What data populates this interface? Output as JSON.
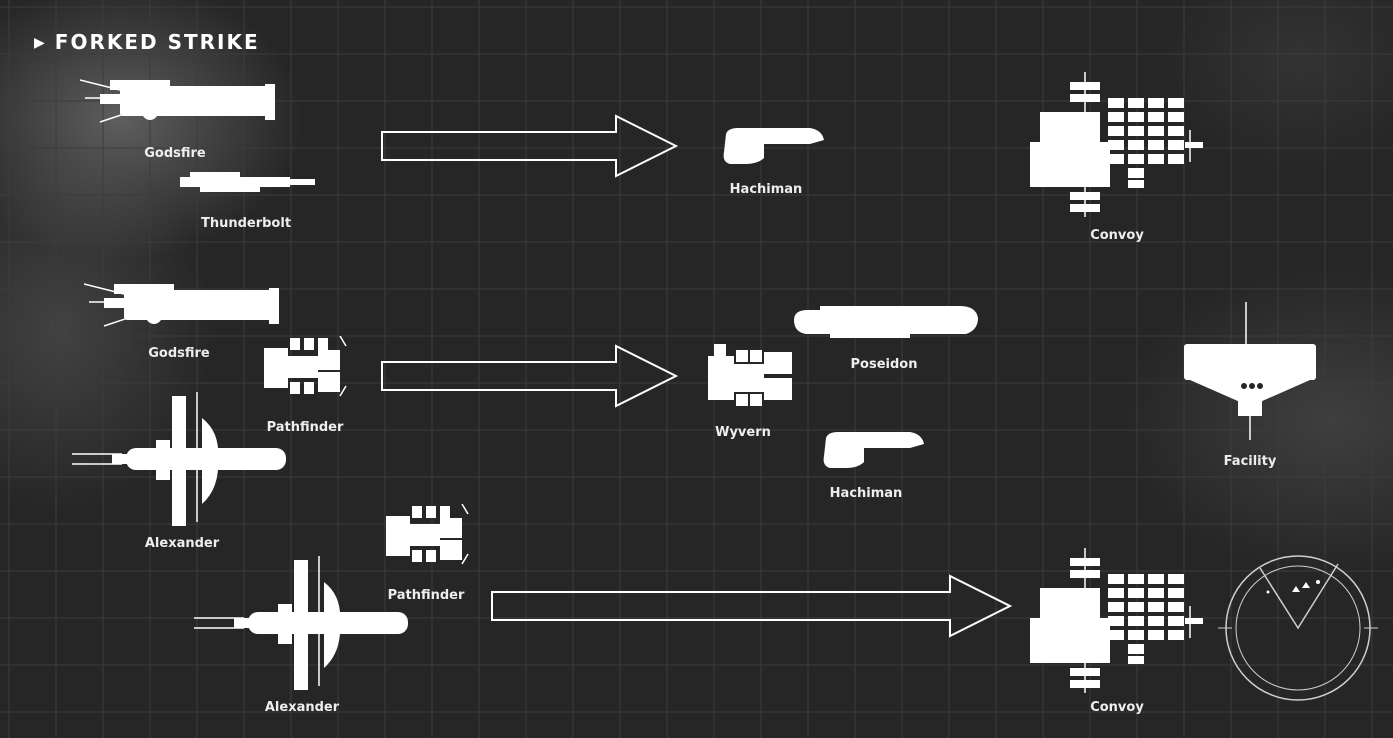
{
  "title": "FORKED STRIKE",
  "title_marker": "▶",
  "colors": {
    "background": "#262626",
    "grid": "#3c3c3c",
    "ship": "#ffffff",
    "text": "#eeeeee"
  },
  "ships": {
    "godsfire_1": "Godsfire",
    "thunderbolt": "Thunderbolt",
    "hachiman_1": "Hachiman",
    "convoy_1": "Convoy",
    "godsfire_2": "Godsfire",
    "pathfinder_1": "Pathfinder",
    "wyvern": "Wyvern",
    "poseidon": "Poseidon",
    "hachiman_2": "Hachiman",
    "facility": "Facility",
    "alexander_1": "Alexander",
    "pathfinder_2": "Pathfinder",
    "alexander_2": "Alexander",
    "convoy_2": "Convoy"
  },
  "icons": {
    "arrow": "hollow-right-arrow-icon",
    "radar": "radar-scope-icon"
  }
}
